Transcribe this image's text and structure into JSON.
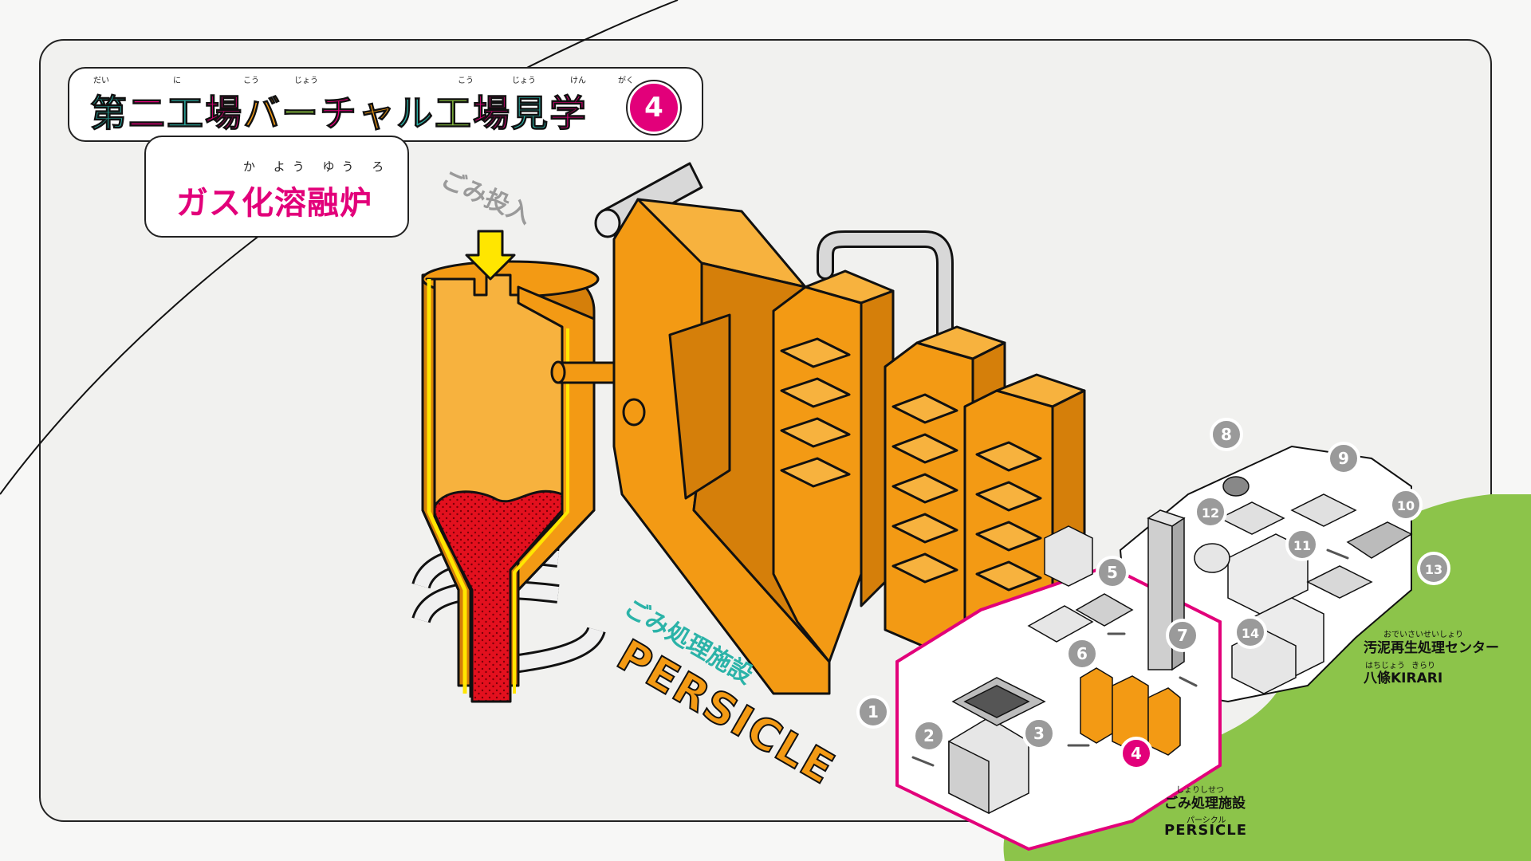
{
  "header": {
    "title_chars": [
      {
        "ch": "第",
        "color": "#2bb3a8"
      },
      {
        "ch": "二",
        "color": "#e2007a"
      },
      {
        "ch": "工",
        "color": "#2bb3a8"
      },
      {
        "ch": "場",
        "color": "#e2007a"
      },
      {
        "ch": "バ",
        "color": "#f39a14"
      },
      {
        "ch": "ー",
        "color": "#8dc63f"
      },
      {
        "ch": "チ",
        "color": "#e2007a"
      },
      {
        "ch": "ャ",
        "color": "#f39a14"
      },
      {
        "ch": "ル",
        "color": "#2bb3a8"
      },
      {
        "ch": "工",
        "color": "#8dc63f"
      },
      {
        "ch": "場",
        "color": "#e2007a"
      },
      {
        "ch": "見",
        "color": "#2bb3a8"
      },
      {
        "ch": "学",
        "color": "#e2007a"
      }
    ],
    "ruby": [
      "だい",
      "に",
      "こう",
      "じょう",
      "こう",
      "じょう",
      "けん",
      "がく"
    ],
    "step_number": "4"
  },
  "subtitle": {
    "text": "ガス化溶融炉",
    "ruby": "か よう ゆう ろ"
  },
  "diagram": {
    "input_label": "ごみ投入",
    "facility_label_jp": "ごみ処理施設",
    "facility_label_en": "PERSICLE"
  },
  "map": {
    "steps": [
      "1",
      "2",
      "3",
      "4",
      "5",
      "6",
      "7",
      "8",
      "9",
      "10",
      "11",
      "12",
      "13",
      "14"
    ],
    "current_step": "4",
    "persicle": {
      "ruby": "しょりしせつ",
      "name": "ごみ処理施設",
      "en_ruby": "パーシクル",
      "en": "PERSICLE"
    },
    "center": {
      "ruby": "おでいさいせいしょり",
      "name": "汚泥再生処理センター",
      "sub_ruby_1": "はちじょう",
      "sub_ruby_2": "きらり",
      "sub": "八條KIRARI"
    }
  },
  "colors": {
    "orange": "#f39a14",
    "orange_dark": "#d57f0a",
    "orange_light": "#f7b23e",
    "magenta": "#e2007a",
    "green": "#8cc44a",
    "teal": "#2bb3a8",
    "red": "#e3101e",
    "yellow": "#ffe600"
  }
}
